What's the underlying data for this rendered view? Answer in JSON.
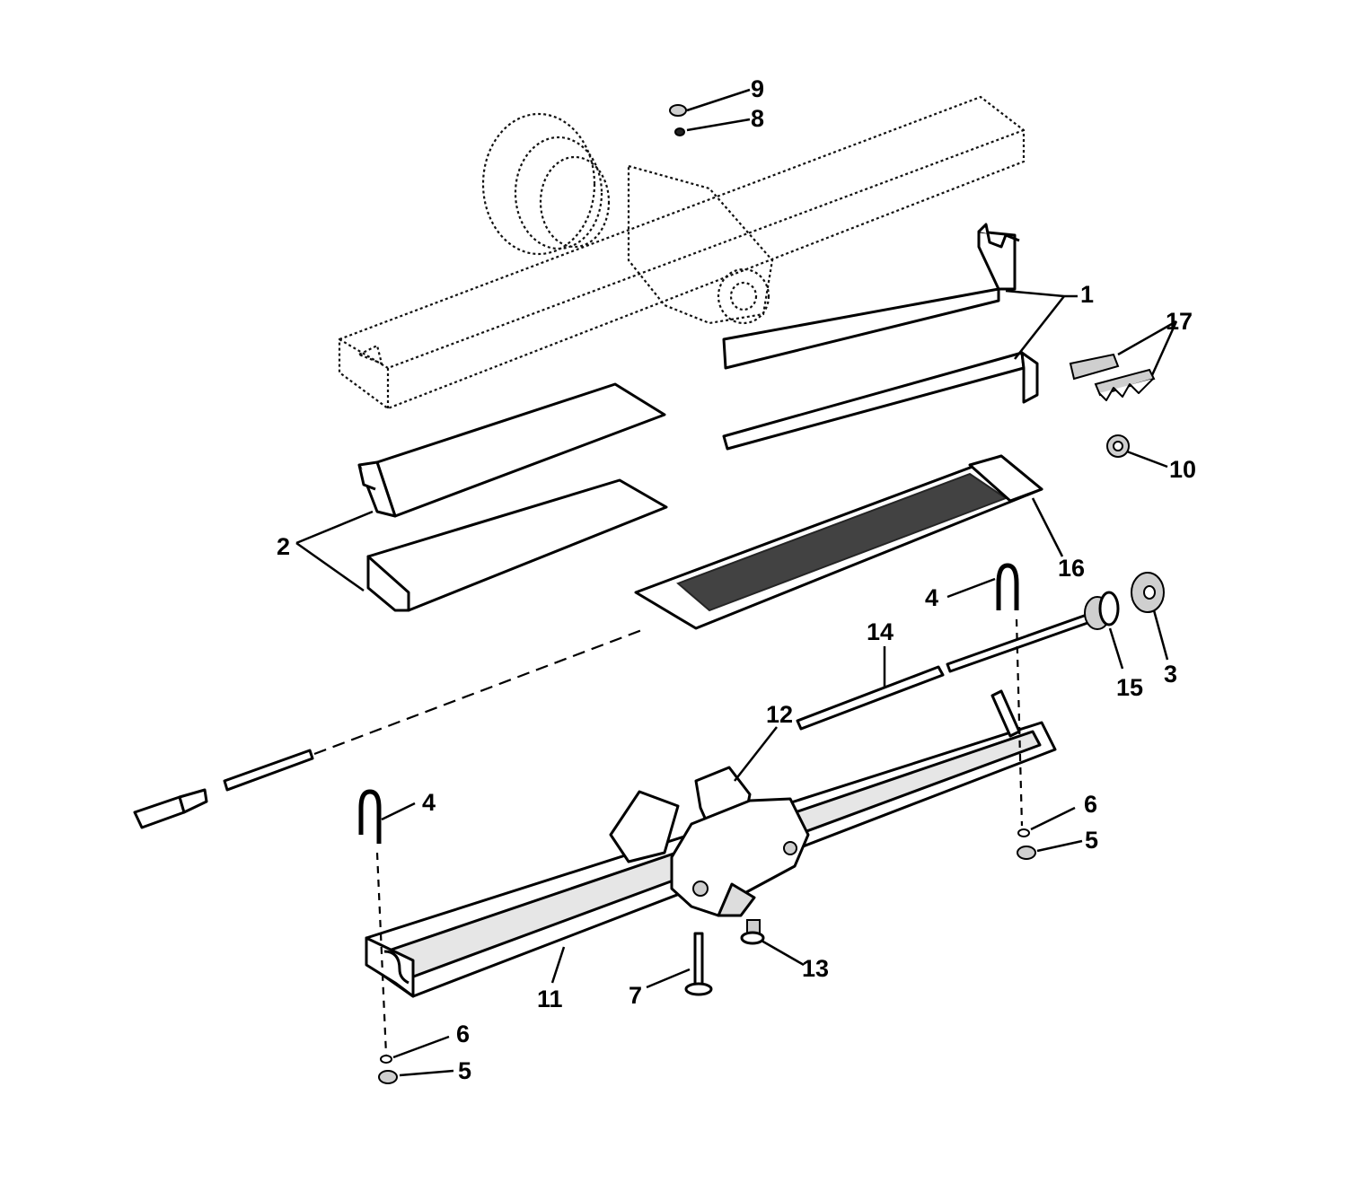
{
  "callouts": [
    {
      "id": "1",
      "label": "1"
    },
    {
      "id": "2",
      "label": "2"
    },
    {
      "id": "3",
      "label": "3"
    },
    {
      "id": "4a",
      "label": "4"
    },
    {
      "id": "4b",
      "label": "4"
    },
    {
      "id": "5a",
      "label": "5"
    },
    {
      "id": "5b",
      "label": "5"
    },
    {
      "id": "6a",
      "label": "6"
    },
    {
      "id": "6b",
      "label": "6"
    },
    {
      "id": "7",
      "label": "7"
    },
    {
      "id": "8",
      "label": "8"
    },
    {
      "id": "9",
      "label": "9"
    },
    {
      "id": "10",
      "label": "10"
    },
    {
      "id": "11",
      "label": "11"
    },
    {
      "id": "12",
      "label": "12"
    },
    {
      "id": "13",
      "label": "13"
    },
    {
      "id": "14",
      "label": "14"
    },
    {
      "id": "15",
      "label": "15"
    },
    {
      "id": "16",
      "label": "16"
    },
    {
      "id": "17",
      "label": "17"
    }
  ]
}
